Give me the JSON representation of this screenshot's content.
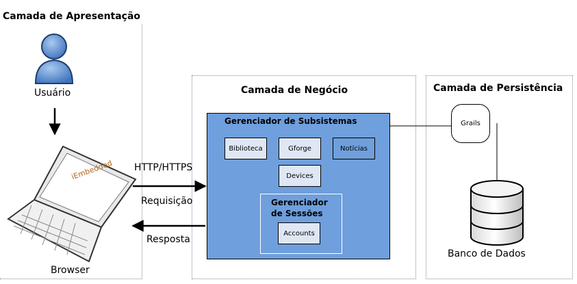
{
  "layers": {
    "presentation": {
      "title": "Camada de Apresentação"
    },
    "business": {
      "title": "Camada de Negócio"
    },
    "persistence": {
      "title": "Camada de Persistência"
    }
  },
  "presentation": {
    "user_label": "Usuário",
    "browser_label": "Browser",
    "screen_logo": "iEmbedded"
  },
  "connections": {
    "protocol": "HTTP/HTTPS",
    "request": "Requisição",
    "response": "Resposta"
  },
  "business": {
    "subsystems_manager": "Gerenciador de Subsistemas",
    "modules": [
      "Biblioteca",
      "Gforge",
      "Notícias",
      "Devices"
    ],
    "session_manager_line1": "Gerenciador",
    "session_manager_line2": "de Sessões",
    "accounts": "Accounts"
  },
  "persistence": {
    "grails": "Grails",
    "database_label": "Banco de Dados"
  },
  "colors": {
    "container_blue": "#6f9fdc",
    "module_light": "#dfe7f4",
    "user_blue": "#5b8fd0"
  }
}
